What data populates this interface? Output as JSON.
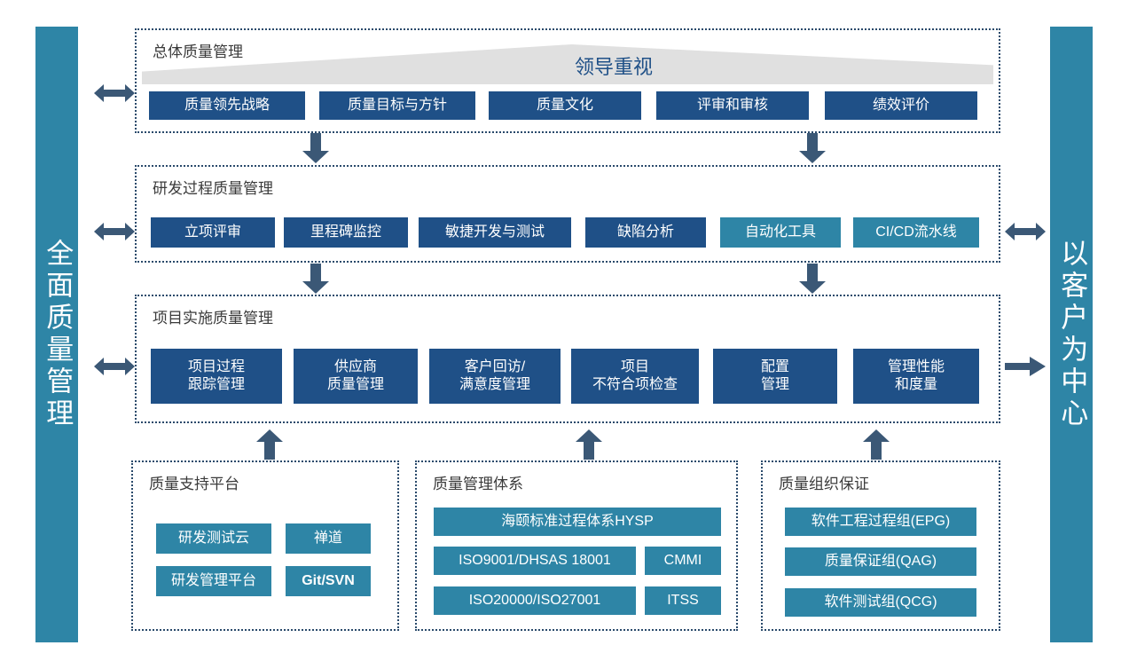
{
  "sidebars": {
    "left": {
      "label": "全面质量管理"
    },
    "right": {
      "label": "以客户为中心"
    }
  },
  "banner": {
    "label": "领导重视"
  },
  "colors": {
    "navy": "#1F5087",
    "teal": "#2E85A6",
    "banner_gray": "#e0e0e0",
    "dotted_border": "#2a4a6b",
    "title_text": "#3b3b3b"
  },
  "sections": [
    {
      "id": "overall-quality-management",
      "title": "总体质量管理",
      "items": [
        {
          "label": "质量领先战略",
          "color": "navy"
        },
        {
          "label": "质量目标与方针",
          "color": "navy"
        },
        {
          "label": "质量文化",
          "color": "navy"
        },
        {
          "label": "评审和审核",
          "color": "navy"
        },
        {
          "label": "绩效评价",
          "color": "navy"
        }
      ]
    },
    {
      "id": "rd-process-quality-management",
      "title": "研发过程质量管理",
      "items": [
        {
          "label": "立项评审",
          "color": "navy"
        },
        {
          "label": "里程碑监控",
          "color": "navy"
        },
        {
          "label": "敏捷开发与测试",
          "color": "navy"
        },
        {
          "label": "缺陷分析",
          "color": "navy"
        },
        {
          "label": "自动化工具",
          "color": "teal"
        },
        {
          "label": "CI/CD流水线",
          "color": "teal"
        }
      ]
    },
    {
      "id": "project-implementation-quality-management",
      "title": "项目实施质量管理",
      "items": [
        {
          "label": "项目过程\n跟踪管理",
          "color": "navy"
        },
        {
          "label": "供应商\n质量管理",
          "color": "navy"
        },
        {
          "label": "客户回访/\n满意度管理",
          "color": "navy"
        },
        {
          "label": "项目\n不符合项检查",
          "color": "navy"
        },
        {
          "label": "配置\n管理",
          "color": "navy"
        },
        {
          "label": "管理性能\n和度量",
          "color": "navy"
        }
      ]
    },
    {
      "id": "quality-support-platform",
      "title": "质量支持平台",
      "items": [
        {
          "label": "研发测试云",
          "color": "teal"
        },
        {
          "label": "禅道",
          "color": "teal"
        },
        {
          "label": "研发管理平台",
          "color": "teal"
        },
        {
          "label": "Git/SVN",
          "color": "teal",
          "bold": true
        }
      ]
    },
    {
      "id": "quality-management-system",
      "title": "质量管理体系",
      "items": [
        {
          "label": "海颐标准过程体系HYSP",
          "color": "teal"
        },
        {
          "label": "ISO9001/DHSAS 18001",
          "color": "teal"
        },
        {
          "label": "CMMI",
          "color": "teal"
        },
        {
          "label": "ISO20000/ISO27001",
          "color": "teal"
        },
        {
          "label": "ITSS",
          "color": "teal"
        }
      ]
    },
    {
      "id": "quality-organization-assurance",
      "title": "质量组织保证",
      "items": [
        {
          "label": "软件工程过程组(EPG)",
          "color": "teal"
        },
        {
          "label": "质量保证组(QAG)",
          "color": "teal"
        },
        {
          "label": "软件测试组(QCG)",
          "color": "teal"
        }
      ]
    }
  ],
  "arrows": [
    {
      "name": "arrow-left-overall",
      "direction": "bidirectional-horizontal"
    },
    {
      "name": "arrow-left-rd",
      "direction": "bidirectional-horizontal"
    },
    {
      "name": "arrow-left-project",
      "direction": "bidirectional-horizontal"
    },
    {
      "name": "arrow-right-rd",
      "direction": "bidirectional-horizontal"
    },
    {
      "name": "arrow-right-project",
      "direction": "right"
    },
    {
      "name": "arrow-overall-to-rd-left",
      "direction": "down"
    },
    {
      "name": "arrow-overall-to-rd-right",
      "direction": "down"
    },
    {
      "name": "arrow-rd-to-project-left",
      "direction": "down"
    },
    {
      "name": "arrow-rd-to-project-right",
      "direction": "down"
    },
    {
      "name": "arrow-support-to-project",
      "direction": "up"
    },
    {
      "name": "arrow-system-to-project",
      "direction": "up"
    },
    {
      "name": "arrow-organization-to-project",
      "direction": "up"
    }
  ]
}
